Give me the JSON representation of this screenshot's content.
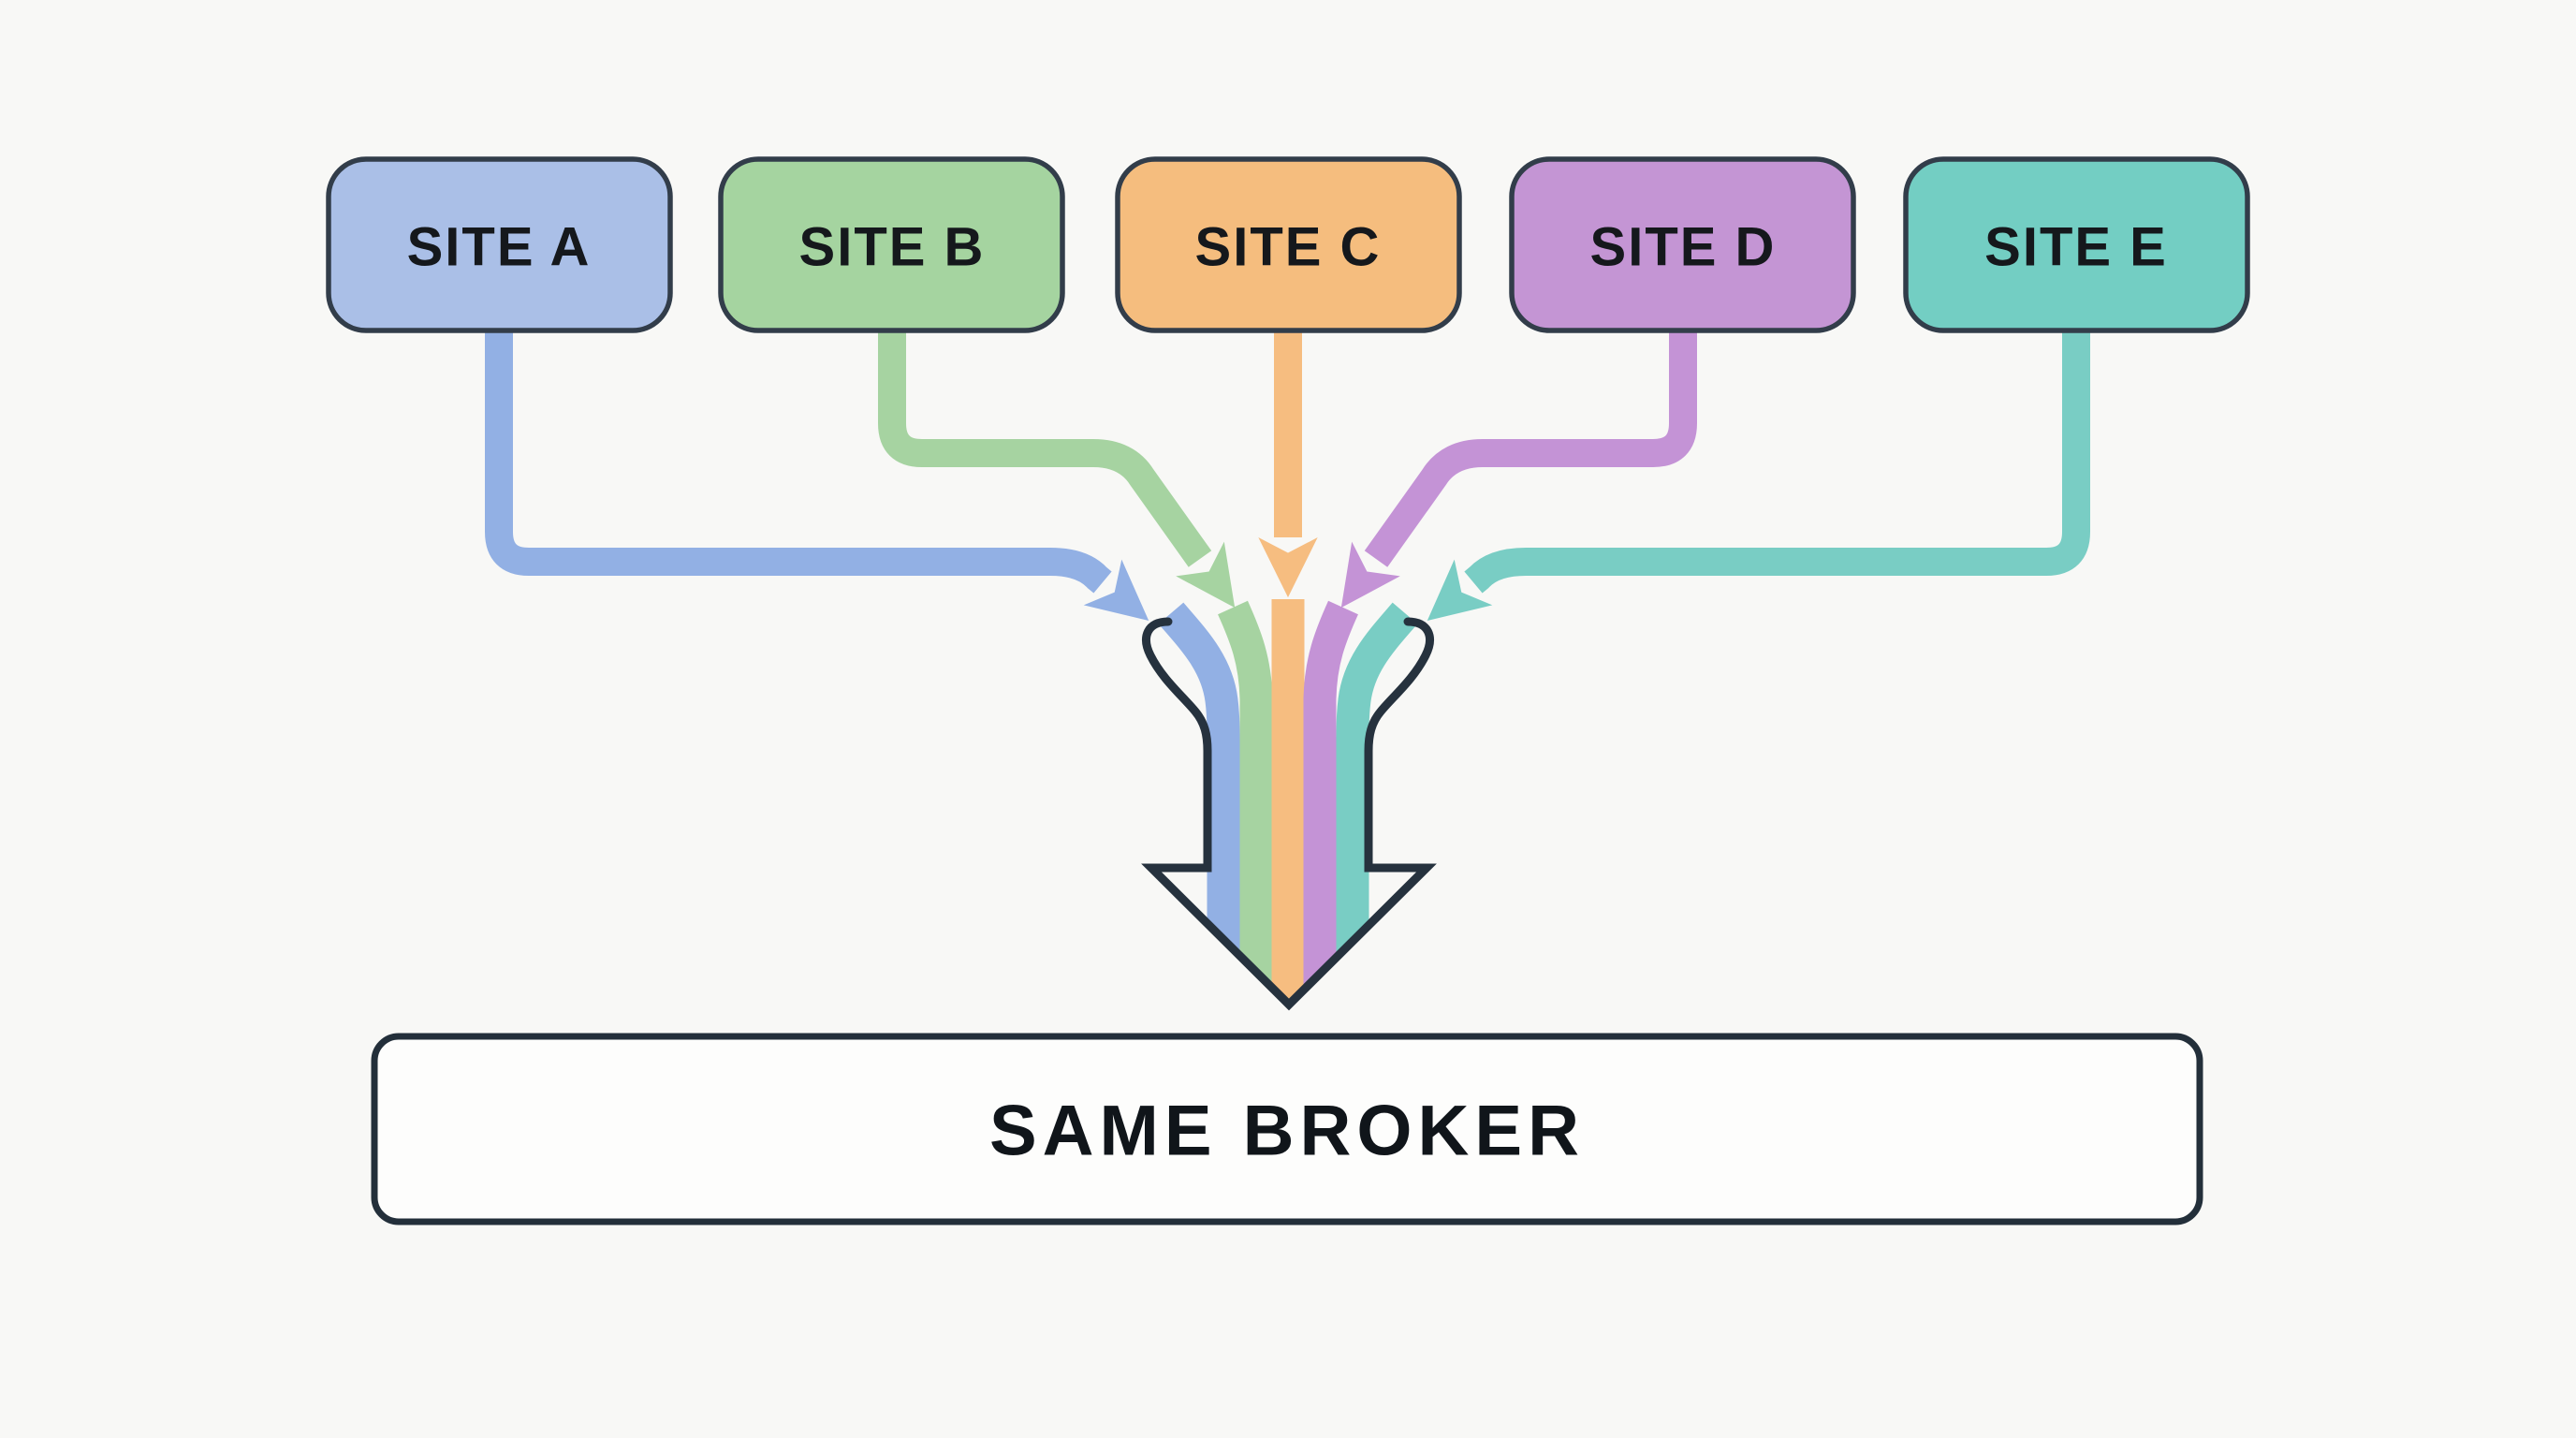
{
  "background_color": "#f8f8f6",
  "palette": {
    "box_border": "#323d4a",
    "merge_outline": "#26323e",
    "label_color": "#15181c"
  },
  "sites": [
    {
      "label": "SITE A",
      "fill": "#aabfe7",
      "line": "#92b0e4"
    },
    {
      "label": "SITE B",
      "fill": "#a5d4a0",
      "line": "#a6d3a1"
    },
    {
      "label": "SITE C",
      "fill": "#f5bd7e",
      "line": "#f6bd80"
    },
    {
      "label": "SITE D",
      "fill": "#c495d4",
      "line": "#c493d6"
    },
    {
      "label": "SITE E",
      "fill": "#73cec3",
      "line": "#79cdc4"
    }
  ],
  "broker": {
    "label": "SAME BROKER",
    "fill": "#fdfdfc",
    "border": "#232f3a",
    "text_color": "#10151a"
  }
}
